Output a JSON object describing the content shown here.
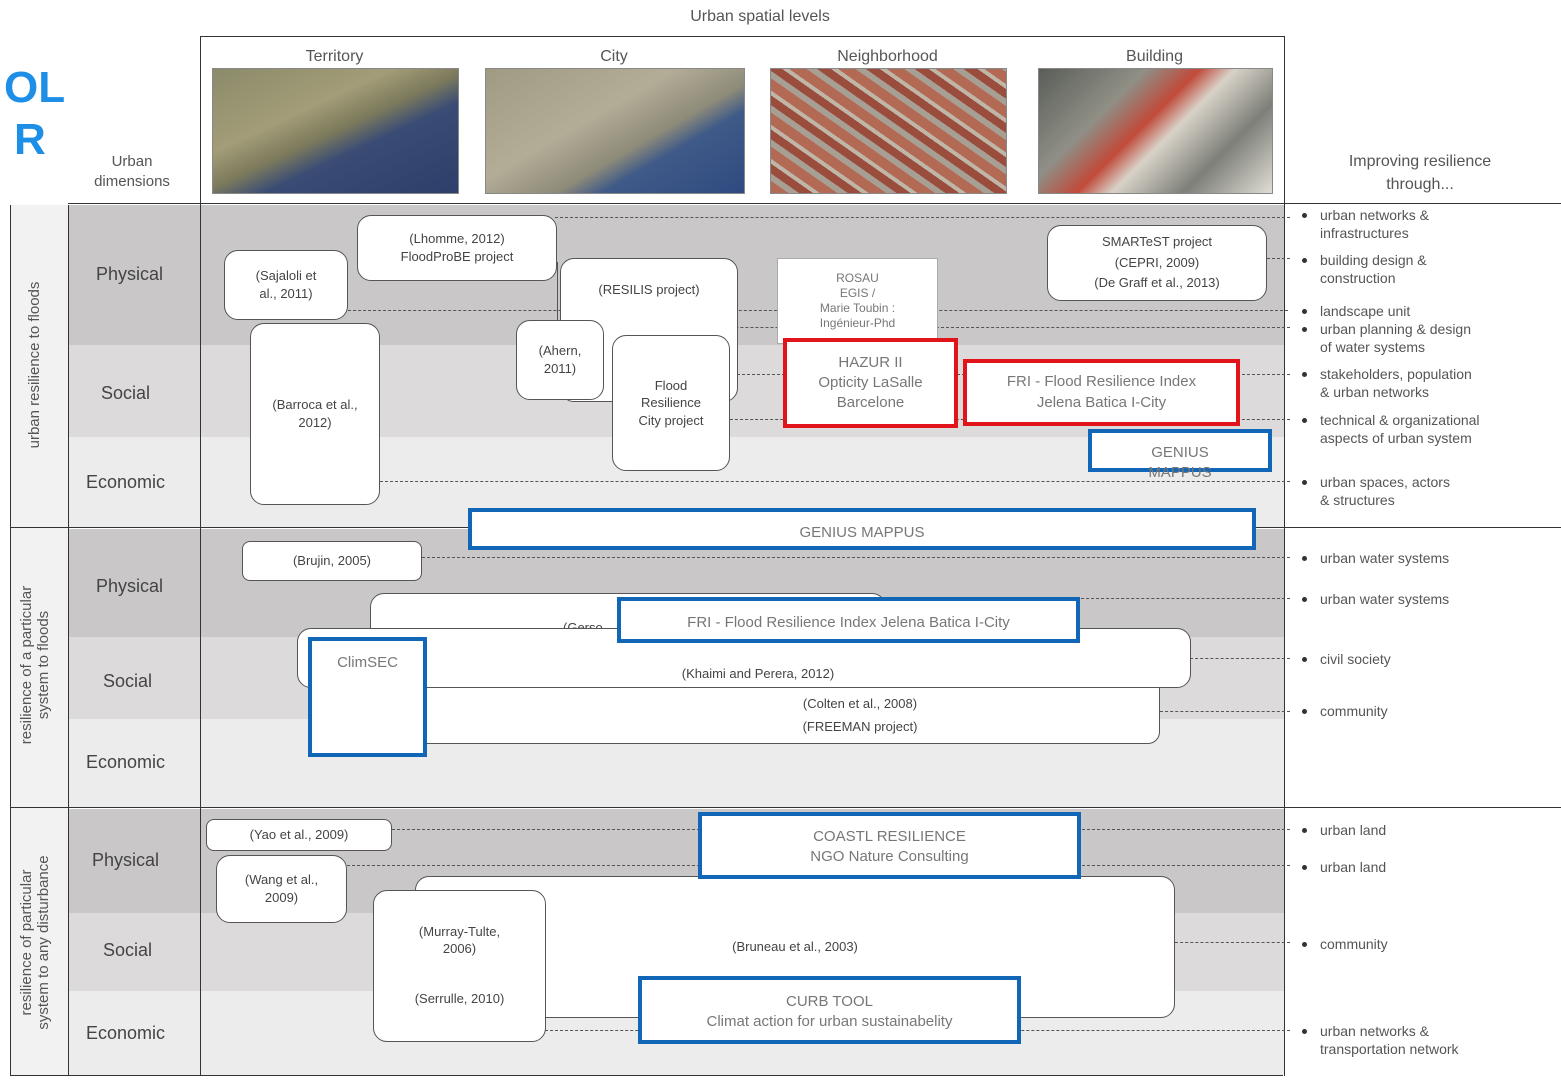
{
  "top_title": "Urban spatial levels",
  "left_fragment": {
    "line1": "OL",
    "line2": "R"
  },
  "left_header": "Urban\ndimensions",
  "right_header": "Improving resilience\nthrough...",
  "levels": [
    "Territory",
    "City",
    "Neighborhood",
    "Building"
  ],
  "groups": [
    {
      "label": "urban resilience to floods"
    },
    {
      "label": "resilience of a particular\nsystem  to floods"
    },
    {
      "label": "resilience of particular\nsystem to any  disturbance"
    }
  ],
  "dimensions": [
    "Physical",
    "Social",
    "Economic"
  ],
  "boxes": {
    "lhomme": "(Lhomme, 2012)\nFloodProBE project",
    "sajaloli": "(Sajaloli et\nal., 2011)",
    "resilis": "(RESILIS project)",
    "smartest": "SMARTeST project\n(CEPRI, 2009)\n(De Graff et al., 2013)",
    "barroca": "(Barroca et al.,\n2012)",
    "ahern": "(Ahern,\n2011)",
    "flood_resilience_city": "Flood\nResilience\nCity project",
    "rosau": "ROSAU\nEGIS /\nMarie Toubin :\nIngénieur-Phd",
    "brujin": "(Brujin, 2005)",
    "gersonius": "(Gerso",
    "khaimi": "(Khaimi and Perera, 2012)",
    "colten": "(Colten et al., 2008)\n(FREEMAN project)",
    "yao": "(Yao et al., 2009)",
    "wang": "(Wang et al.,\n2009)",
    "murray": "(Murray-Tulte,\n2006)\n\n\n(Serrulle, 2010)",
    "bruneau": "(Bruneau et al., 2003)"
  },
  "highlights": {
    "hazur": "HAZUR II\nOpticity LaSalle\nBarcelone",
    "fri_top": "FRI - Flood Resilience Index\nJelena Batica I-City",
    "genius_small": "GENIUS\nMAPPUS",
    "genius_wide": "GENIUS MAPPUS",
    "fri_mid": "FRI - Flood Resilience Index Jelena Batica I-City",
    "climsec": "ClimSEC",
    "coastl": "COASTL RESILIENCE\nNGO Nature Consulting",
    "curb": "CURB TOOL\nClimat action for urban sustainabelity"
  },
  "bullets": [
    "urban networks &\ninfrastructures",
    "building design &\nconstruction",
    "landscape unit",
    "urban planning & design\nof water systems",
    "stakeholders, population\n& urban networks",
    "technical & organizational\naspects of urban system",
    "urban spaces, actors\n& structures",
    "urban water systems",
    "urban water systems",
    "civil society",
    "community",
    "urban land",
    "urban land",
    "community",
    "urban networks &\ntransportation network"
  ],
  "colors": {
    "red_highlight": "#e0141a",
    "blue_highlight": "#1166b8",
    "fragment_blue": "#1e8fe6"
  }
}
